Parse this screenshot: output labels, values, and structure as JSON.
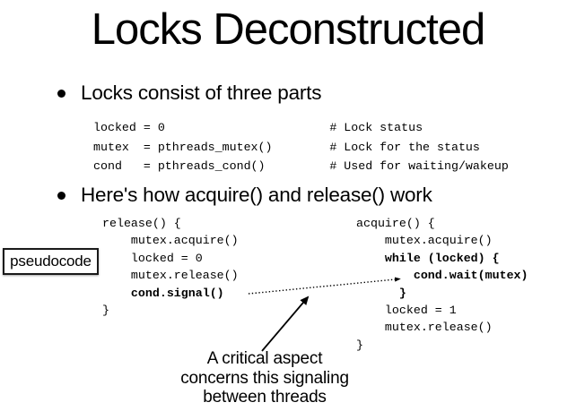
{
  "colors": {
    "background": "#ffffff",
    "text": "#000000"
  },
  "title": "Locks Deconstructed",
  "bullets": [
    "Locks consist of three parts",
    "Here's how acquire() and release() work"
  ],
  "lock_parts_code": [
    "locked = 0                       # Lock status",
    "mutex  = pthreads_mutex()        # Lock for the status",
    "cond   = pthreads_cond()         # Used for waiting/wakeup"
  ],
  "release_code": [
    "release() {",
    "    mutex.acquire()",
    "    locked = 0",
    "    mutex.release()",
    "    cond.signal()",
    "}"
  ],
  "acquire_code": [
    "acquire() {",
    "    mutex.acquire()",
    "    while (locked) {",
    "        cond.wait(mutex)",
    "      }",
    "    locked = 1",
    "    mutex.release()",
    "}"
  ],
  "pseudocode_label": "pseudocode",
  "caption": [
    "A critical aspect",
    "concerns this signaling",
    "between threads"
  ]
}
